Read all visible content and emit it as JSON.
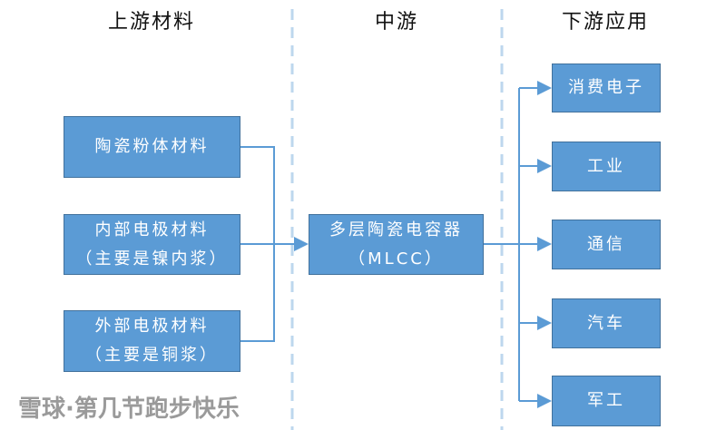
{
  "headers": {
    "upstream": "上游材料",
    "midstream": "中游",
    "downstream": "下游应用"
  },
  "upstream": [
    {
      "line1": "陶瓷粉体材料",
      "line2": ""
    },
    {
      "line1": "内部电极材料",
      "line2": "（主要是镍内浆）"
    },
    {
      "line1": "外部电极材料",
      "line2": "（主要是铜浆）"
    }
  ],
  "midstream": {
    "line1": "多层陶瓷电容器",
    "line2": "（MLCC）"
  },
  "downstream": [
    "消费电子",
    "工业",
    "通信",
    "汽车",
    "军工"
  ],
  "watermark": "雪球·第几节跑步快乐",
  "colors": {
    "box": "#5b9bd5",
    "line": "#5b9bd5",
    "divider": "#bdd7ee"
  }
}
